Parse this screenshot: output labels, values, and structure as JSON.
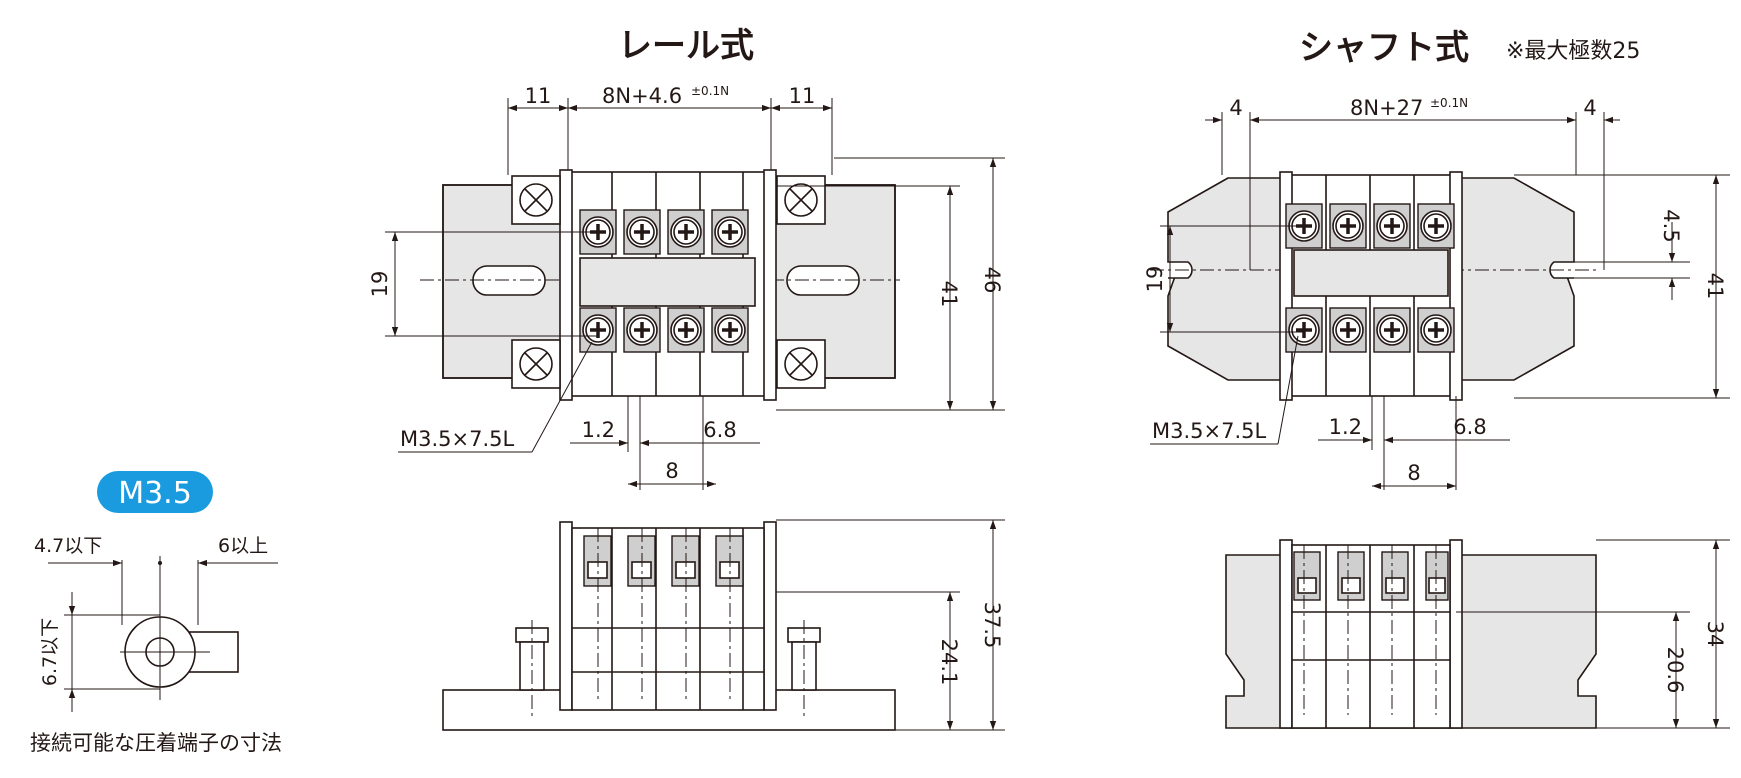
{
  "rail": {
    "title": "レール式",
    "dim_left": "11",
    "dim_pitch_base": "8N+4.6",
    "dim_pitch_tol": "±0.1N",
    "dim_right": "11",
    "dim_19": "19",
    "dim_41": "41",
    "dim_46": "46",
    "screw": "M3.5×7.5L",
    "dim_1_2": "1.2",
    "dim_6_8": "6.8",
    "dim_8": "8",
    "dim_24_1": "24.1",
    "dim_37_5": "37.5"
  },
  "shaft": {
    "title": "シャフト式",
    "note": "※最大極数25",
    "dim_left": "4",
    "dim_pitch_base": "8N+27",
    "dim_pitch_tol": "±0.1N",
    "dim_right": "4",
    "dim_19": "19",
    "dim_4_5": "4.5",
    "dim_41": "41",
    "screw": "M3.5×7.5L",
    "dim_1_2": "1.2",
    "dim_6_8": "6.8",
    "dim_8": "8",
    "dim_20_6": "20.6",
    "dim_34": "34"
  },
  "terminal": {
    "badge": "M3.5",
    "dim_hole": "4.7以下",
    "dim_width": "6以上",
    "dim_height": "6.7以下",
    "caption": "接続可能な圧着端子の寸法"
  },
  "colors": {
    "badge": "#1a9be0",
    "line": "#231815"
  }
}
